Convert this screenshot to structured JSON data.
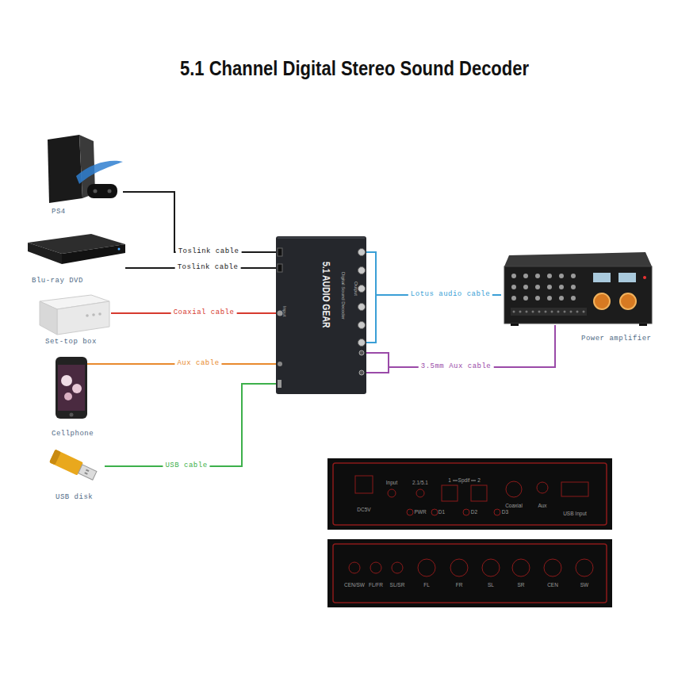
{
  "diagram": {
    "title": "5.1 Channel Digital Stereo Sound Decoder",
    "nodes": [
      {
        "text": [
          "PS4"
        ]
      },
      {
        "text": [
          "Blu-ray DVD"
        ]
      },
      {
        "text": [
          "Set-top box"
        ]
      },
      {
        "text": [
          "Cellphone"
        ]
      },
      {
        "text": [
          "USB disk"
        ]
      },
      {
        "text": [
          "5.1 AUDIO GEAR",
          "Digital Sound Decoder",
          "Input",
          "Output"
        ]
      },
      {
        "text": [
          "Power amplifier"
        ]
      },
      {
        "text": [
          "DC5V",
          "Input",
          "2.1/5.1",
          "1",
          "Spdif",
          "2",
          "PWR",
          "D1",
          "D2",
          "D3",
          "Coaxial",
          "Aux",
          "USB Input"
        ]
      },
      {
        "text": [
          "CEN/SW",
          "FL/FR",
          "SL/SR",
          "FL",
          "FR",
          "SL",
          "SR",
          "CEN",
          "SW"
        ]
      }
    ],
    "edges": [
      {
        "from": 0,
        "to": 5,
        "label": "Toslink cable",
        "arrow": "none"
      },
      {
        "from": 1,
        "to": 5,
        "label": "Toslink cable",
        "arrow": "none"
      },
      {
        "from": 2,
        "to": 5,
        "label": "Coaxial cable",
        "arrow": "none"
      },
      {
        "from": 3,
        "to": 5,
        "label": "Aux cable",
        "arrow": "none"
      },
      {
        "from": 4,
        "to": 5,
        "label": "USB cable",
        "arrow": "none"
      },
      {
        "from": 5,
        "to": 6,
        "label": "Lotus audio cable",
        "arrow": "none"
      },
      {
        "from": 5,
        "to": 6,
        "label": "3.5mm Aux cable",
        "arrow": "none"
      }
    ]
  }
}
